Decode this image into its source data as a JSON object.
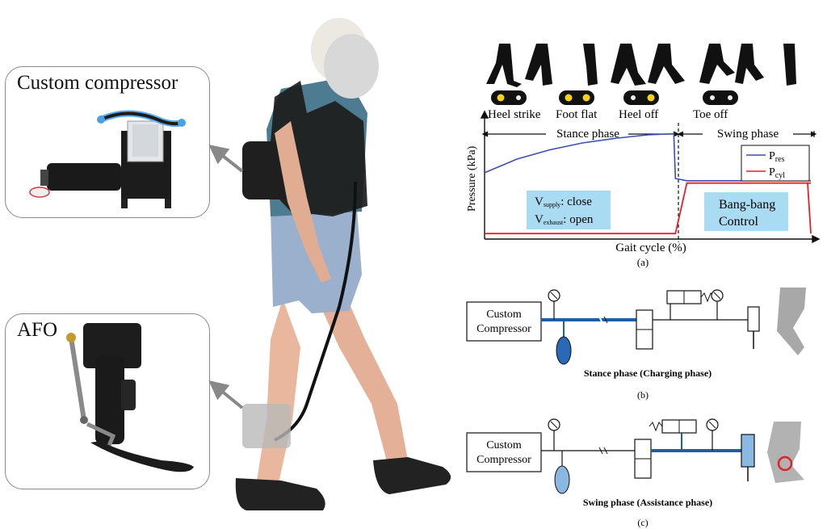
{
  "panels": {
    "compressor_title": "Custom compressor",
    "afo_title": "AFO"
  },
  "gait": {
    "events": [
      "Heel strike",
      "Foot flat",
      "Heel off",
      "Toe off"
    ],
    "stance_label": "Stance phase",
    "swing_label": "Swing phase",
    "y_axis_label": "Pressure (kPa)",
    "x_axis_label": "Gait cycle (%)",
    "legend": {
      "p_res": "res",
      "p_cyl": "cyl",
      "p": "P"
    },
    "valve_box": {
      "v": "V",
      "supply_sub": "supply",
      "supply_text": ": close",
      "exhaust_sub": "exhaust",
      "exhaust_text": ": open"
    },
    "bangbang_line1": "Bang-bang",
    "bangbang_line2": "Control",
    "caption": "(a)"
  },
  "stance_circuit": {
    "compressor_line1": "Custom",
    "compressor_line2": "Compressor",
    "title": "Stance phase (Charging phase)",
    "caption": "(b)"
  },
  "swing_circuit": {
    "compressor_line1": "Custom",
    "compressor_line2": "Compressor",
    "title": "Swing phase (Assistance phase)",
    "caption": "(c)"
  },
  "colors": {
    "p_res": "#3a4fb0",
    "p_cyl": "#e0202a",
    "highlight_box": "#a9dcf2",
    "pipe_blue": "#1f5fa8",
    "tank_dark": "#2a68b8",
    "tank_light": "#8ab8e0",
    "insole_yellow": "#f2d21a"
  },
  "chart_data": {
    "type": "line",
    "title": "",
    "xlabel": "Gait cycle (%)",
    "ylabel": "Pressure (kPa)",
    "x": [
      0,
      10,
      20,
      30,
      40,
      50,
      58,
      58.5,
      62,
      100
    ],
    "series": [
      {
        "name": "P_res",
        "values": [
          0.55,
          0.67,
          0.75,
          0.81,
          0.85,
          0.88,
          0.89,
          0.5,
          0.48,
          0.48
        ]
      },
      {
        "name": "P_cyl",
        "values": [
          0.02,
          0.02,
          0.02,
          0.02,
          0.02,
          0.02,
          0.02,
          0.02,
          0.46,
          0.46
        ]
      }
    ],
    "grid": false,
    "legend": "top-right"
  }
}
